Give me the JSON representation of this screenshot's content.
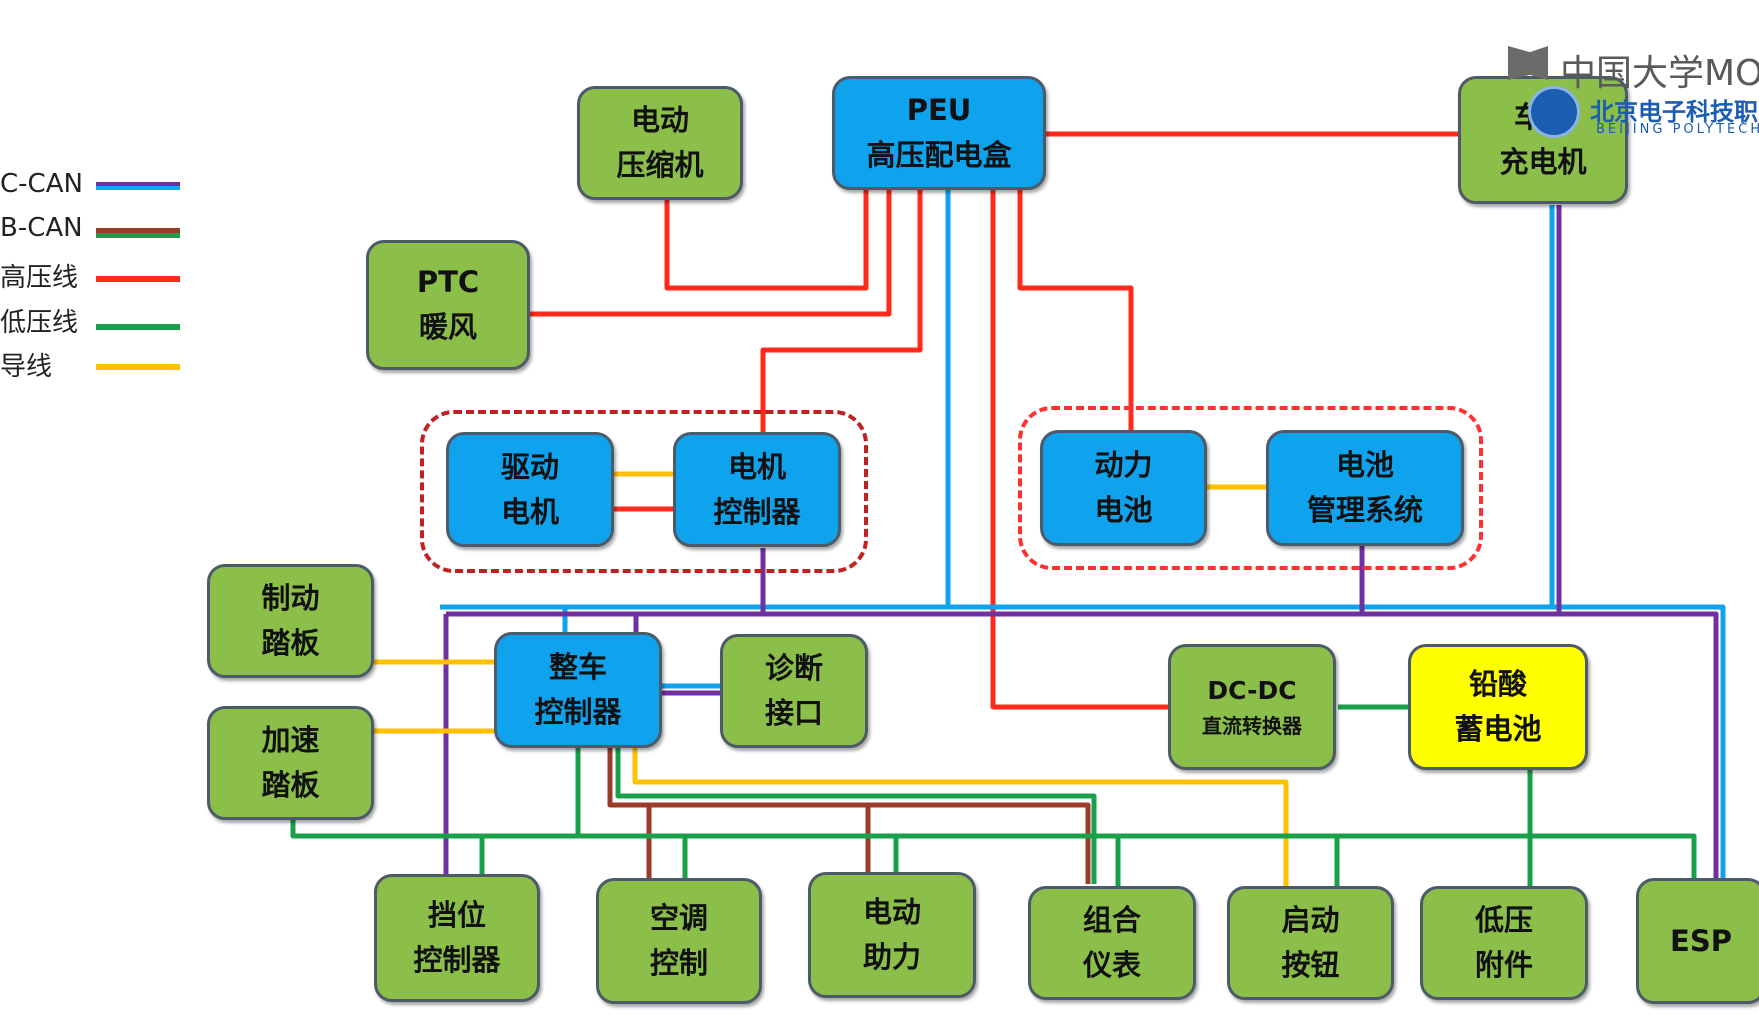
{
  "legend": [
    {
      "label": "C-CAN",
      "color_top": "#7030a0",
      "color_bottom": "#00b0f0"
    },
    {
      "label": "B-CAN",
      "color_top": "#9b3b2a",
      "color_bottom": "#1aa04a"
    },
    {
      "label": "高压线",
      "color": "#ff2a1a"
    },
    {
      "label": "低压线",
      "color": "#1aa04a"
    },
    {
      "label": "导线",
      "color": "#ffc000"
    }
  ],
  "colors": {
    "high_voltage": "#ff2a1a",
    "low_voltage": "#1aa04a",
    "wire": "#ffc000",
    "c_can_blue": "#0fa3ee",
    "c_can_purple": "#7030a0",
    "b_can_brown": "#9b3b2a",
    "node_green": "#8bbf4a",
    "node_blue": "#0fa3ee",
    "node_yellow": "#ffff00"
  },
  "nodes": {
    "compressor": [
      "电动",
      "压缩机"
    ],
    "peu": [
      "PEU",
      "高压配电盒"
    ],
    "charger": [
      "车载",
      "充电机"
    ],
    "ptc": [
      "PTC",
      "暖风"
    ],
    "drive_motor": [
      "驱动",
      "电机"
    ],
    "motor_controller": [
      "电机",
      "控制器"
    ],
    "power_battery": [
      "动力",
      "电池"
    ],
    "bms": [
      "电池",
      "管理系统"
    ],
    "brake_pedal": [
      "制动",
      "踏板"
    ],
    "accel_pedal": [
      "加速",
      "踏板"
    ],
    "vcu": [
      "整车",
      "控制器"
    ],
    "diag_port": [
      "诊断",
      "接口"
    ],
    "dcdc": [
      "DC-DC",
      "直流转换器"
    ],
    "lead_acid": [
      "铅酸",
      "蓄电池"
    ],
    "gear_controller": [
      "挡位",
      "控制器"
    ],
    "ac_control": [
      "空调",
      "控制"
    ],
    "power_steering": [
      "电动",
      "助力"
    ],
    "cluster": [
      "组合",
      "仪表"
    ],
    "start_button": [
      "启动",
      "按钮"
    ],
    "lv_accessories": [
      "低压",
      "附件"
    ],
    "esp": [
      "ESP"
    ]
  },
  "watermark": {
    "platform": "中国大学MOOC",
    "school_cn": "北京电子科技职业学院",
    "school_en": "BEIJING POLYTECHNIC"
  }
}
